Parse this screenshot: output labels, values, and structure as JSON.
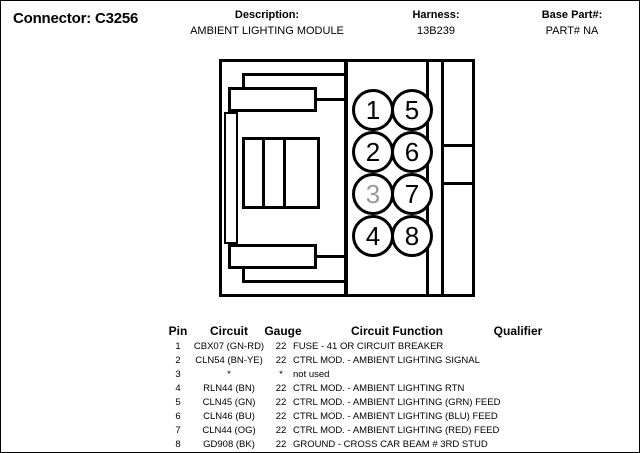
{
  "header": {
    "connector_label": "Connector: C3256",
    "description_label": "Description:",
    "description_value": "AMBIENT LIGHTING MODULE",
    "harness_label": "Harness:",
    "harness_value": "13B239",
    "base_part_label": "Base Part#:",
    "base_part_value": "PART# NA"
  },
  "connector_diagram": {
    "pins": [
      {
        "number": "1",
        "used": true
      },
      {
        "number": "2",
        "used": true
      },
      {
        "number": "3",
        "used": false
      },
      {
        "number": "4",
        "used": true
      },
      {
        "number": "5",
        "used": true
      },
      {
        "number": "6",
        "used": true
      },
      {
        "number": "7",
        "used": true
      },
      {
        "number": "8",
        "used": true
      }
    ],
    "unused_pin_color": "#9a9a9a",
    "line_color": "#000000"
  },
  "pin_table": {
    "columns": [
      "Pin",
      "Circuit",
      "Gauge",
      "Circuit Function",
      "Qualifier"
    ],
    "rows": [
      {
        "pin": "1",
        "circuit": "CBX07 (GN-RD)",
        "gauge": "22",
        "function": "FUSE - 41 OR CIRCUIT BREAKER",
        "qualifier": ""
      },
      {
        "pin": "2",
        "circuit": "CLN54 (BN-YE)",
        "gauge": "22",
        "function": "CTRL MOD. - AMBIENT LIGHTING SIGNAL",
        "qualifier": ""
      },
      {
        "pin": "3",
        "circuit": "*",
        "gauge": "*",
        "function": "not used",
        "qualifier": ""
      },
      {
        "pin": "4",
        "circuit": "RLN44 (BN)",
        "gauge": "22",
        "function": "CTRL MOD. - AMBIENT LIGHTING RTN",
        "qualifier": ""
      },
      {
        "pin": "5",
        "circuit": "CLN45 (GN)",
        "gauge": "22",
        "function": "CTRL MOD. - AMBIENT LIGHTING (GRN) FEED",
        "qualifier": ""
      },
      {
        "pin": "6",
        "circuit": "CLN46 (BU)",
        "gauge": "22",
        "function": "CTRL MOD. - AMBIENT LIGHTING (BLU) FEED",
        "qualifier": ""
      },
      {
        "pin": "7",
        "circuit": "CLN44 (OG)",
        "gauge": "22",
        "function": "CTRL MOD. - AMBIENT LIGHTING (RED) FEED",
        "qualifier": ""
      },
      {
        "pin": "8",
        "circuit": "GD908 (BK)",
        "gauge": "22",
        "function": "GROUND - CROSS CAR BEAM # 3RD STUD",
        "qualifier": ""
      }
    ]
  }
}
